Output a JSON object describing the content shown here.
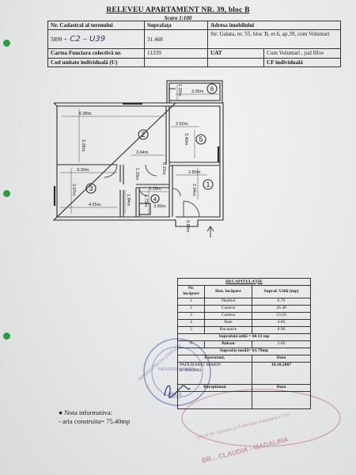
{
  "header": {
    "title": "RELEVEU APARTAMENT NR. 39, bloc B",
    "scale": "Scara 1:100"
  },
  "info_table": {
    "cadastral_label": "Nr. Cadastral al terenului",
    "cadastral_value": "5899",
    "cadastral_handwritten": "– C2 – U39",
    "area_label": "Suprafața",
    "area_value": "31.468",
    "address_label": "Adresa imobilului",
    "address_value": "Str. Galata, nr. 55, bloc B, et.6, ap.39, com Voluntari",
    "cf_col_label": "Cartea Funciara colectivă nr.",
    "cf_col_value": "11339",
    "uat_label": "UAT",
    "uat_value": "Com Voluntari , jud Ilfov",
    "cod_label": "Cod unitate individuală (U)",
    "cf_ind_label": "CF individuală"
  },
  "plan": {
    "room_numbers": [
      "1",
      "2",
      "3",
      "4",
      "5",
      "6"
    ],
    "dimensions": {
      "d_698": "6.98m.",
      "d_326": "3.26m.",
      "d_364": "3.64m.",
      "d_330": "3.30m.",
      "d_307": "3.07m.",
      "d_455": "4.55m.",
      "d_184": "1.84m.",
      "d_215": "2.15m.",
      "d_173": "1.73m.",
      "d_300": "3.00m.",
      "d_133": "1.33m.",
      "d_015": "0.15m.",
      "d_280": "2.80m.",
      "d_294": "2.94m.",
      "d_262": "2.62m.",
      "d_340": "3.40m.",
      "d_305": "3.05m.",
      "d_120": "1.20m.",
      "d_089": "0.89m."
    }
  },
  "recap": {
    "title": "RECAPITULAȚIE",
    "col_nr": "Nr. încăpere",
    "col_den": "Den. încăpere",
    "col_sup": "Supraf. Utilă (mp)",
    "rows": [
      {
        "nr": "1",
        "den": "Vestibul",
        "sup": "6.79"
      },
      {
        "nr": "2",
        "den": "Camera",
        "sup": "26.48"
      },
      {
        "nr": "3",
        "den": "Camera",
        "sup": "13.10"
      },
      {
        "nr": "4",
        "den": "Baie",
        "sup": "4.86"
      },
      {
        "nr": "5",
        "den": "Bucatarie",
        "sup": "8.90"
      }
    ],
    "total_util": "Suprafață utilă = 60.13 mp",
    "balcon_nr": "6",
    "balcon_den": "Balcon",
    "balcon_sup": "3.66",
    "total": "Suprafaț totală= 63.79mp",
    "executant_label": "Executant,",
    "data_label": "Data",
    "executant_name": "PADURARIU MARIN",
    "executant_code": "IF 018/2002",
    "executant_date": "10.10.2007",
    "receptionat_label": "Receptionat",
    "data_label2": "Data"
  },
  "stamp": {
    "text_top": "ADMINISTRAȚIA STATULUI",
    "name": "PADURARIU MARIN",
    "code": "ONCG"
  },
  "stamp2": {
    "text": "Oficiul de Cadastru și Publicitate Imobiliară ILFOV",
    "name": "BR... CLAUDIA - MADALINA"
  },
  "nota": {
    "title": "Nota informativa:",
    "line": "- aria construita= 75.40mp"
  }
}
